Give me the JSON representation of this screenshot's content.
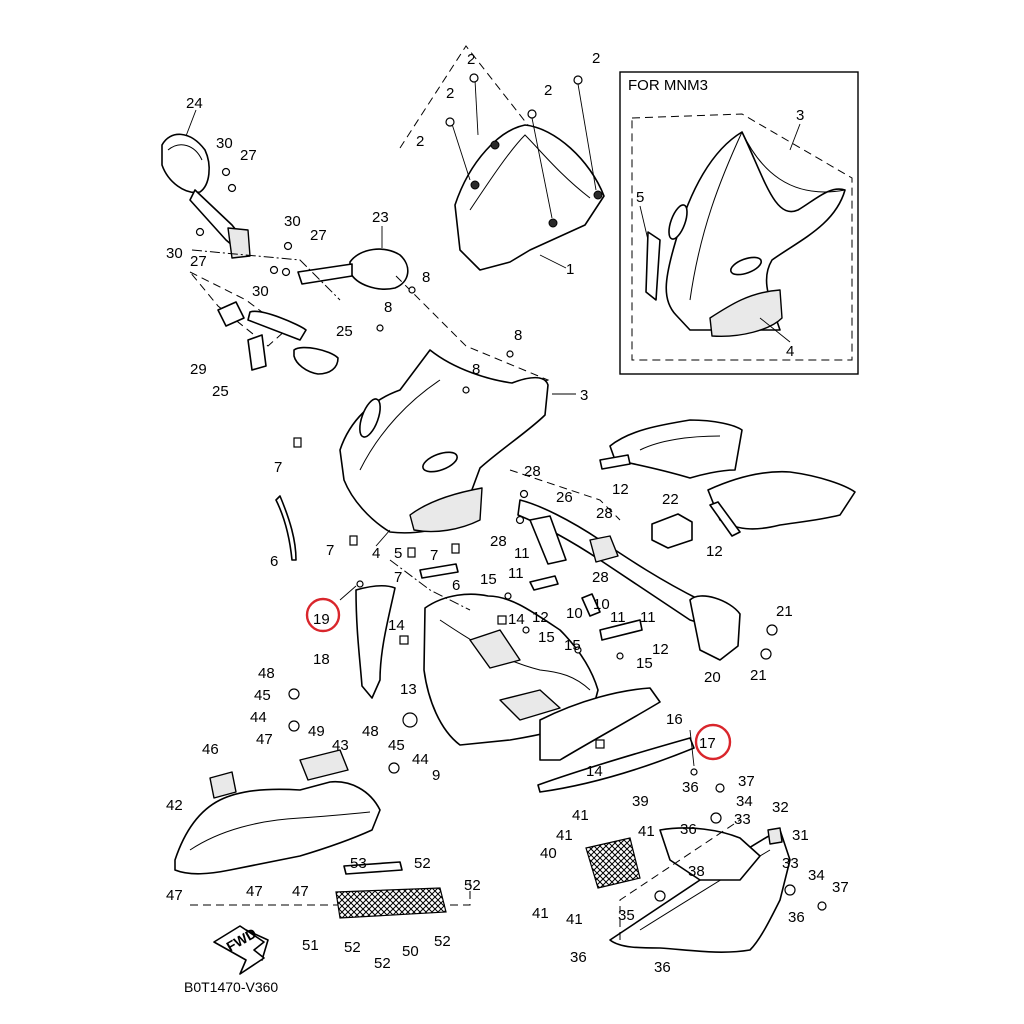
{
  "inset": {
    "title": "FOR MNM3",
    "labels": [
      "3",
      "5",
      "4"
    ]
  },
  "diagram_code": "B0T1470-V360",
  "fwd_label": "FWD",
  "callouts": [
    "1",
    "2",
    "2",
    "2",
    "2",
    "2",
    "3",
    "4",
    "5",
    "6",
    "6",
    "7",
    "7",
    "7",
    "7",
    "8",
    "8",
    "8",
    "8",
    "9",
    "10",
    "10",
    "11",
    "11",
    "11",
    "11",
    "12",
    "12",
    "12",
    "12",
    "13",
    "14",
    "14",
    "14",
    "15",
    "15",
    "15",
    "15",
    "16",
    "17",
    "18",
    "19",
    "20",
    "21",
    "21",
    "22",
    "23",
    "24",
    "25",
    "25",
    "26",
    "27",
    "27",
    "27",
    "28",
    "28",
    "28",
    "28",
    "29",
    "30",
    "30",
    "30",
    "30",
    "31",
    "32",
    "33",
    "33",
    "34",
    "34",
    "35",
    "36",
    "36",
    "36",
    "36",
    "36",
    "37",
    "37",
    "38",
    "39",
    "40",
    "41",
    "41",
    "41",
    "41",
    "41",
    "42",
    "43",
    "44",
    "44",
    "45",
    "45",
    "46",
    "47",
    "47",
    "47",
    "47",
    "48",
    "48",
    "49",
    "50",
    "51",
    "52",
    "52",
    "52",
    "52",
    "52",
    "53"
  ],
  "highlighted_callouts": [
    "19",
    "17"
  ],
  "highlight_color": "#d9262c"
}
